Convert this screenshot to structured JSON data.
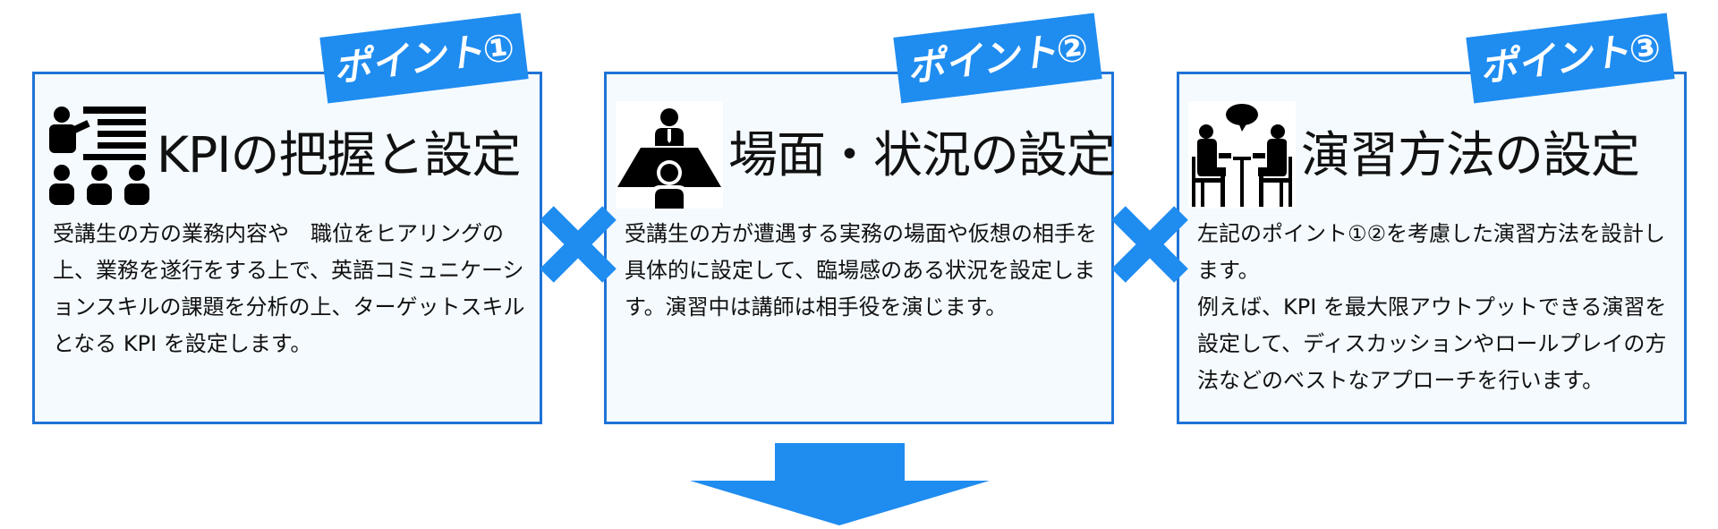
{
  "points": [
    {
      "badge": "ポイント①",
      "icon": "presentation-icon",
      "title": "KPIの把握と設定",
      "body": [
        "受講生の方の業務内容や　職位をヒアリングの上、業務を遂行をする上で、英語コミュニケーションスキルの課題を分析の上、ターゲットスキルとなる KPI を設定します。"
      ]
    },
    {
      "badge": "ポイント②",
      "icon": "meeting-table-icon",
      "title": "場面・状況の設定",
      "body": [
        "受講生の方が遭遇する実務の場面や仮想の相手を具体的に設定して、臨場感のある状況を設定します。演習中は講師は相手役を演じます。"
      ]
    },
    {
      "badge": "ポイント③",
      "icon": "conversation-icon",
      "title": "演習方法の設定",
      "body": [
        "左記のポイント①②を考慮した演習方法を設計します。",
        "例えば、KPI を最大限アウトプットできる演習を設定して、ディスカッションやロールプレイの方法などのベストなアプローチを行います。"
      ]
    }
  ],
  "colors": {
    "border": "#1f73d6",
    "badge_bg": "#1f8cf0",
    "cross": "#1f8cf0",
    "arrow": "#1f8cf0",
    "card_bg": "#f4fafe"
  }
}
